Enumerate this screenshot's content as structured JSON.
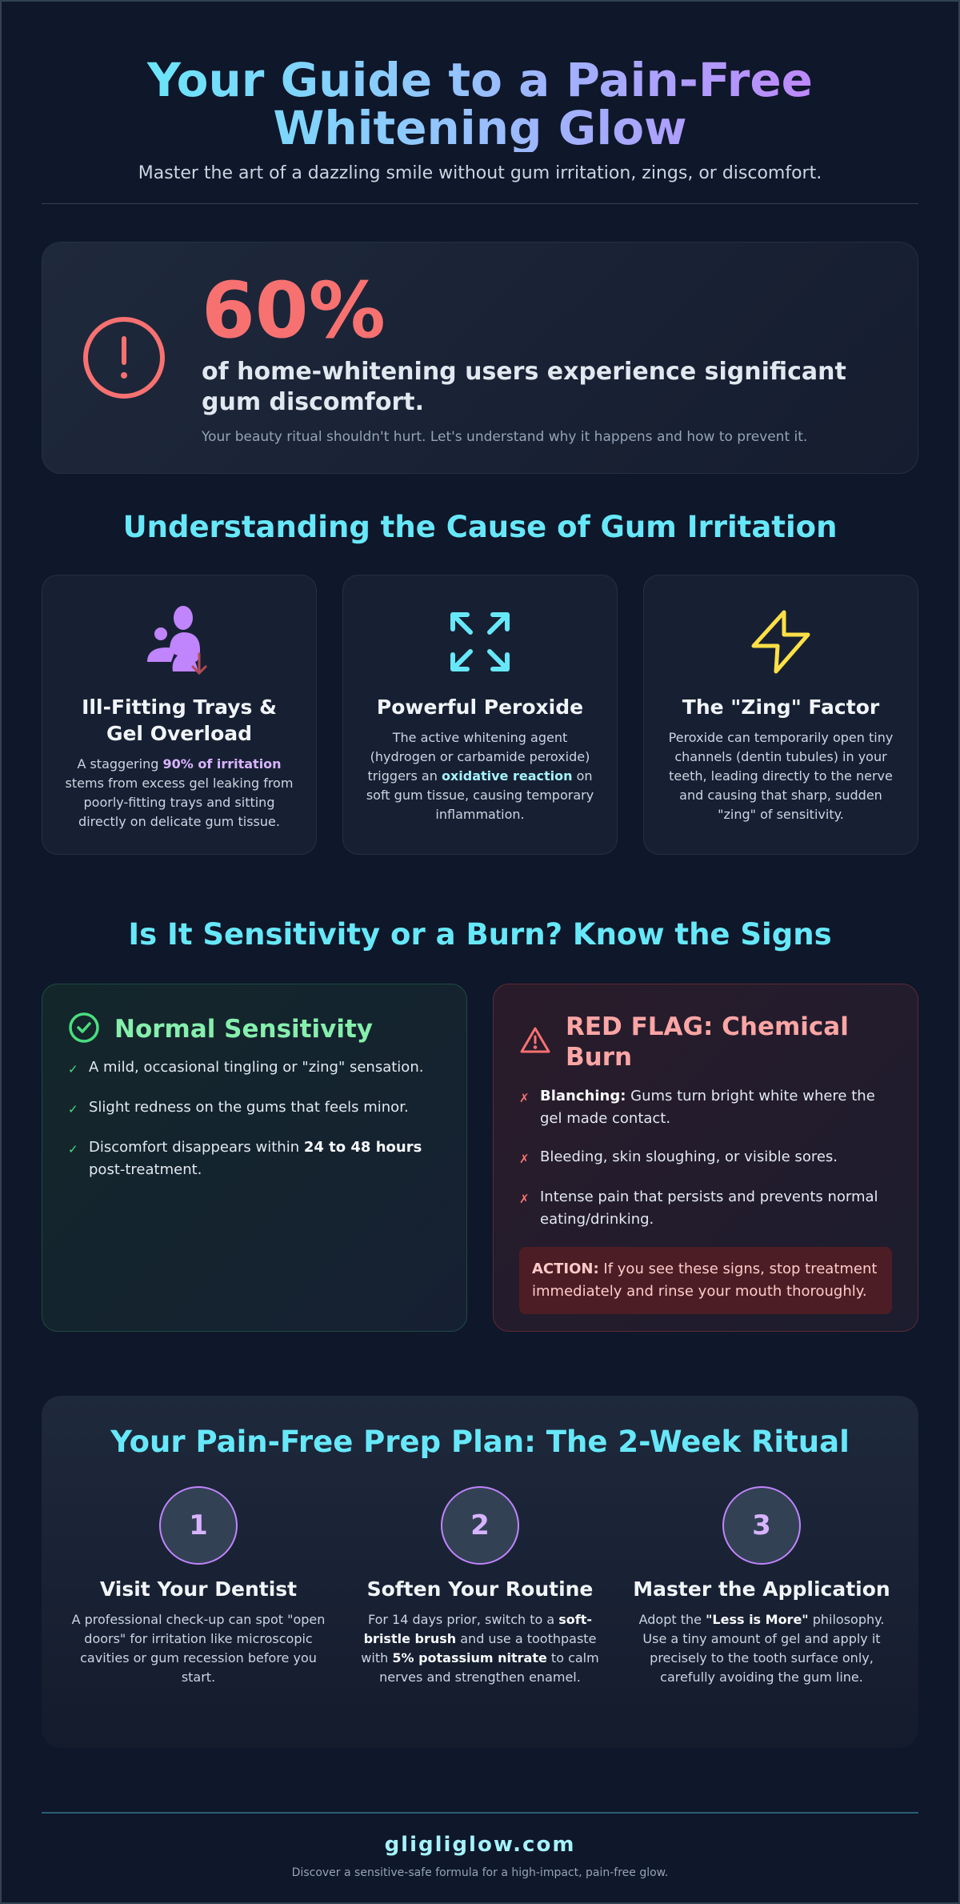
{
  "header": {
    "title": "Your Guide to a Pain-Free Whitening Glow",
    "subtitle": "Master the art of a dazzling smile without gum irritation, zings, or discomfort."
  },
  "stat": {
    "icon": "alert-circle-icon",
    "value": "60%",
    "text": "of home-whitening users experience significant gum discomfort.",
    "note": "Your beauty ritual shouldn't hurt. Let's understand why it happens and how to prevent it.",
    "color": "#f87171"
  },
  "causes": {
    "title": "Understanding the Cause of Gum Irritation",
    "cards": [
      {
        "icon": "users-arrow-down-icon",
        "title": "Ill-Fitting Trays & Gel Overload",
        "body_pre": "A staggering ",
        "body_hl": "90% of irritation",
        "body_post": " stems from excess gel leaking from poorly-fitting trays and sitting directly on delicate gum tissue."
      },
      {
        "icon": "expand-arrows-icon",
        "title": "Powerful Peroxide",
        "body_pre": "The active whitening agent (hydrogen or carbamide peroxide) triggers an ",
        "body_hl": "oxidative reaction",
        "body_post": " on soft gum tissue, causing temporary inflammation."
      },
      {
        "icon": "lightning-bolt-icon",
        "title": "The \"Zing\" Factor",
        "body": "Peroxide can temporarily open tiny channels (dentin tubules) in your teeth, leading directly to the nerve and causing that sharp, sudden \"zing\" of sensitivity."
      }
    ]
  },
  "signs": {
    "title": "Is It Sensitivity or a Burn? Know the Signs",
    "normal": {
      "icon": "check-circle-icon",
      "title": "Normal Sensitivity",
      "items": [
        "A mild, occasional tingling or \"zing\" sensation.",
        "Slight redness on the gums that feels minor.",
        {
          "pre": "Discomfort disappears within ",
          "bold": "24 to 48 hours",
          "post": " post-treatment."
        }
      ]
    },
    "red_flag": {
      "icon": "warning-triangle-icon",
      "title": "RED FLAG: Chemical Burn",
      "items": [
        {
          "bold": "Blanching:",
          "post": " Gums turn bright white where the gel made contact."
        },
        "Bleeding, skin sloughing, or visible sores.",
        "Intense pain that persists and prevents normal eating/drinking."
      ],
      "action_label": "ACTION:",
      "action_text": " If you see these signs, stop treatment immediately and rinse your mouth thoroughly."
    }
  },
  "plan": {
    "title": "Your Pain-Free Prep Plan: The 2-Week Ritual",
    "steps": [
      {
        "number": "1",
        "title": "Visit Your Dentist",
        "body": "A professional check-up can spot \"open doors\" for irritation like microscopic cavities or gum recession before you start."
      },
      {
        "number": "2",
        "title": "Soften Your Routine",
        "b1_pre": "For 14 days prior, switch to a ",
        "b1_bold": "soft-bristle brush",
        "b2_pre": " and use a toothpaste with ",
        "b2_bold": "5% potassium nitrate",
        "b2_post": " to calm nerves and strengthen enamel."
      },
      {
        "number": "3",
        "title": "Master the Application",
        "pre": "Adopt the ",
        "bold": "\"Less is More\"",
        "post": " philosophy. Use a tiny amount of gel and apply it precisely to the tooth surface only, carefully avoiding the gum line."
      }
    ]
  },
  "footer": {
    "site": "gligliglow.com",
    "tagline": "Discover a sensitive-safe formula for a high-impact, pain-free glow."
  }
}
